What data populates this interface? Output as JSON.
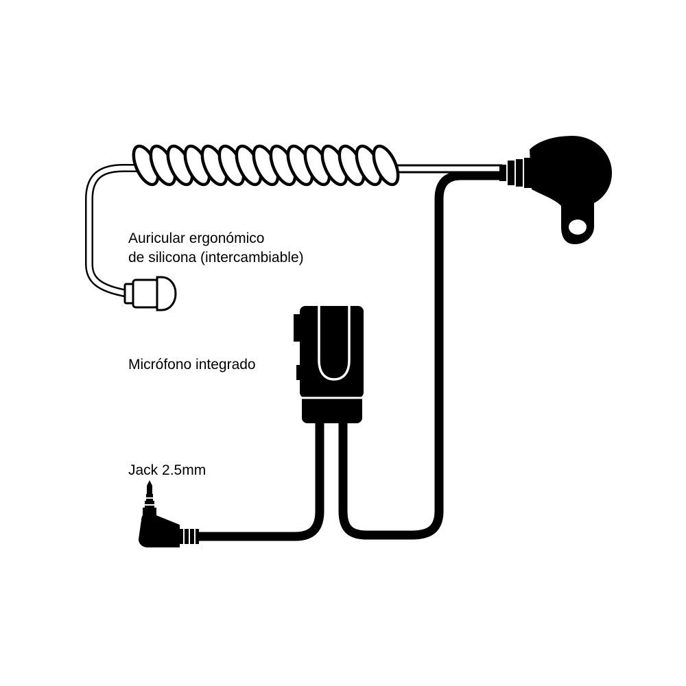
{
  "labels": {
    "earpiece_line1": "Auricular ergonómico",
    "earpiece_line2": "de silicona (intercambiable)",
    "microphone": "Micrófono integrado",
    "jack": "Jack 2.5mm"
  },
  "colors": {
    "ink": "#000000",
    "paper": "#ffffff"
  },
  "icons": [
    "earpiece-icon",
    "coiled-tube-icon",
    "speaker-pod-icon",
    "microphone-ptt-icon",
    "jack-plug-icon"
  ]
}
